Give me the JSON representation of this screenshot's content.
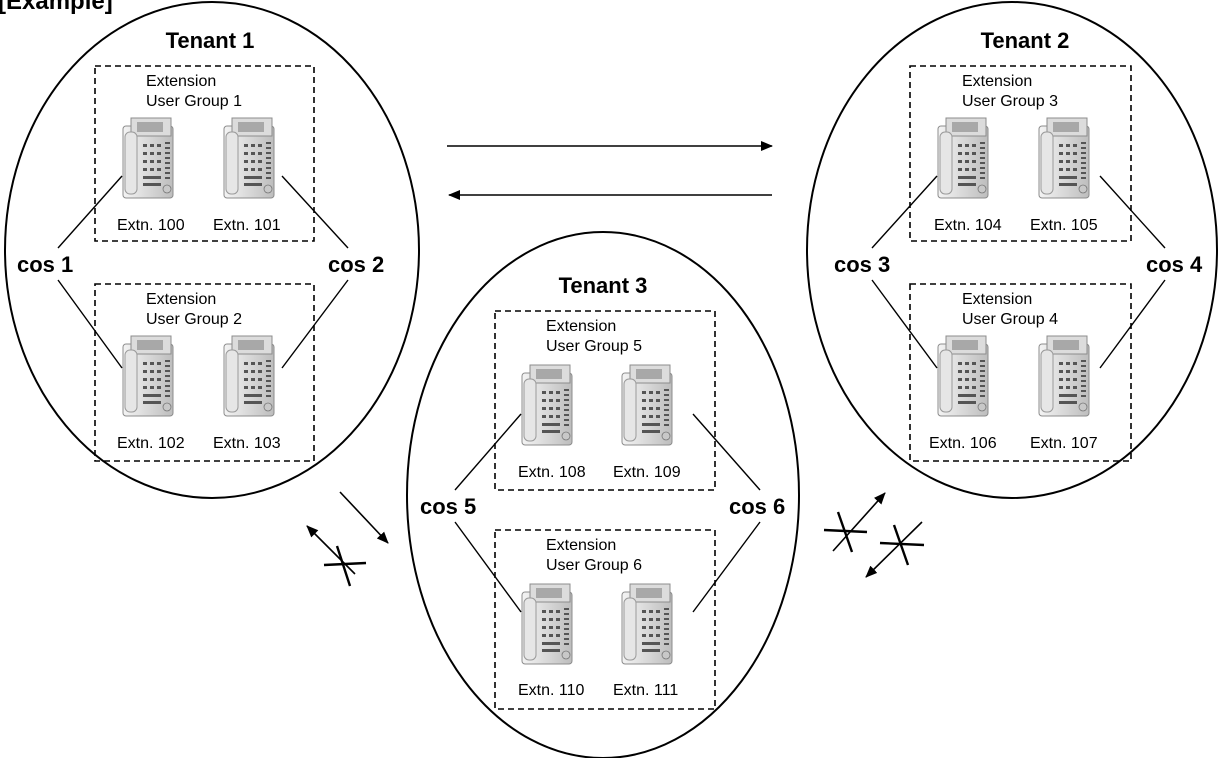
{
  "header_partial": "[Example]",
  "tenants": [
    {
      "title": "Tenant 1"
    },
    {
      "title": "Tenant 2"
    },
    {
      "title": "Tenant 3"
    }
  ],
  "groups": [
    {
      "line1": "Extension",
      "line2": "User Group 1",
      "ext_a": "Extn. 100",
      "ext_b": "Extn. 101"
    },
    {
      "line1": "Extension",
      "line2": "User Group 2",
      "ext_a": "Extn. 102",
      "ext_b": "Extn. 103"
    },
    {
      "line1": "Extension",
      "line2": "User Group 3",
      "ext_a": "Extn. 104",
      "ext_b": "Extn. 105"
    },
    {
      "line1": "Extension",
      "line2": "User Group 4",
      "ext_a": "Extn. 106",
      "ext_b": "Extn. 107"
    },
    {
      "line1": "Extension",
      "line2": "User Group 5",
      "ext_a": "Extn. 108",
      "ext_b": "Extn. 109"
    },
    {
      "line1": "Extension",
      "line2": "User Group 6",
      "ext_a": "Extn. 110",
      "ext_b": "Extn. 111"
    }
  ],
  "cos": [
    "cos 1",
    "cos 2",
    "cos 3",
    "cos 4",
    "cos 5",
    "cos 6"
  ],
  "icons": {
    "phone": "desk-phone-icon",
    "arrow": "arrow-icon",
    "blocked": "blocked-cross-icon"
  }
}
